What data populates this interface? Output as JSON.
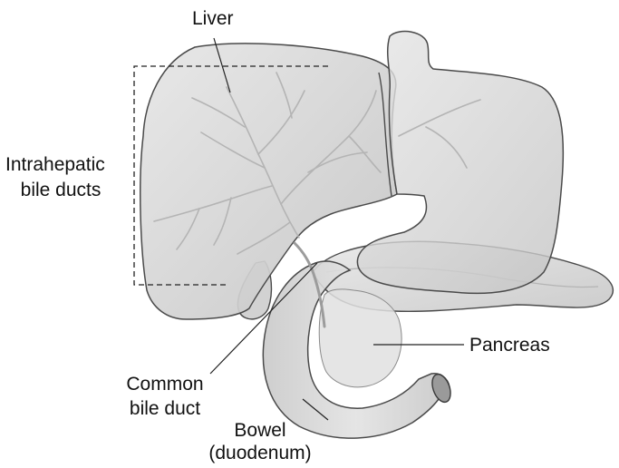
{
  "labels": {
    "liver": "Liver",
    "intrahepatic_line1": "Intrahepatic",
    "intrahepatic_line2": "bile ducts",
    "pancreas": "Pancreas",
    "common_line1": "Common",
    "common_line2": "bile duct",
    "bowel_line1": "Bowel",
    "bowel_line2": "(duodenum)"
  },
  "colors": {
    "organ_fill": "#d9d9d9",
    "organ_stroke": "#4a4a4a",
    "duct": "#b4b4b4",
    "leader": "#222222"
  }
}
